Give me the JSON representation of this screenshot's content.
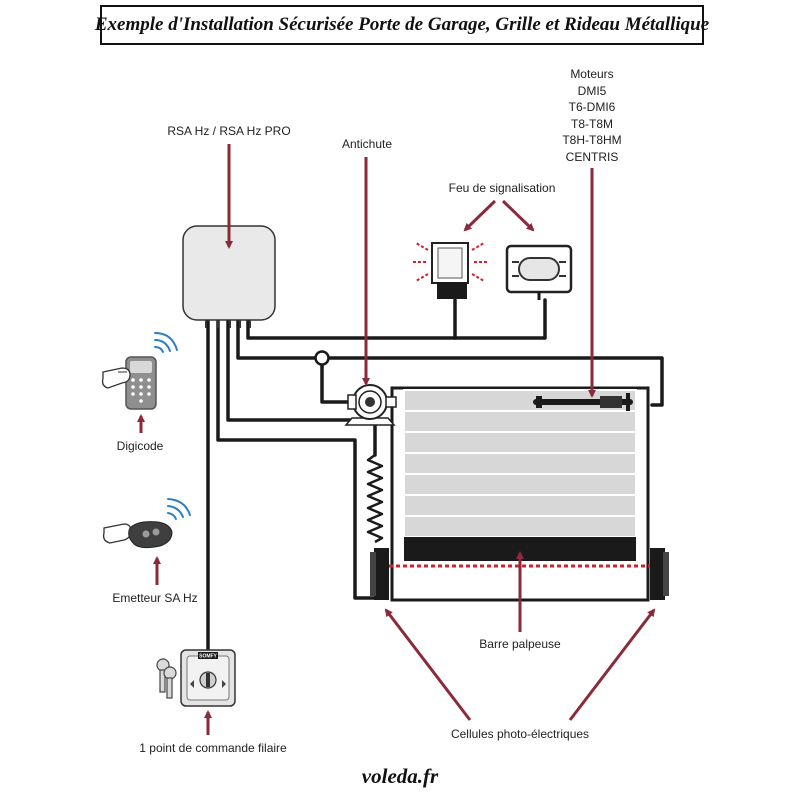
{
  "title": "Exemple d'Installation Sécurisée Porte de Garage, Grille et Rideau Métallique",
  "labels": {
    "rsa": "RSA Hz / RSA Hz PRO",
    "antichute": "Antichute",
    "feu": "Feu de signalisation",
    "motors": [
      "Moteurs",
      "DMI5",
      "T6-DMI6",
      "T8-T8M",
      "T8H-T8HM",
      "CENTRIS"
    ],
    "digicode": "Digicode",
    "emetteur": "Emetteur SA Hz",
    "barre": "Barre palpeuse",
    "cellules": "Cellules photo-électriques",
    "commande": "1 point de commande filaire"
  },
  "key_switch_brand": "SOMFY",
  "footer": "voleda.fr",
  "colors": {
    "arrow": "#8a2a3b",
    "wire": "#1a1a1a",
    "beam": "#cc2233",
    "box": "#e9e9e9"
  }
}
